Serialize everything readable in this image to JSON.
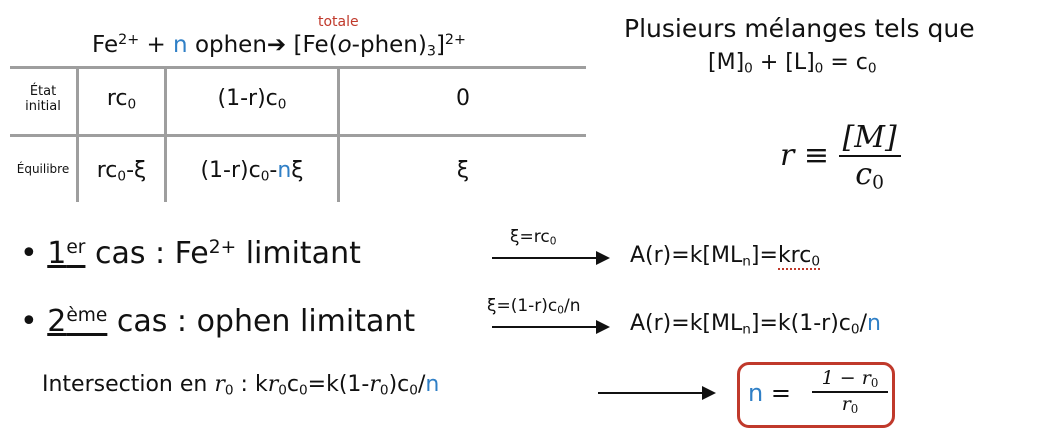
{
  "reaction": {
    "note": "totale",
    "metal": "Fe",
    "metal_charge": "2+",
    "plus": "+",
    "n": "n",
    "ligand": "ophen",
    "arrow": "➔",
    "product_left": "[Fe(",
    "product_o": "o",
    "product_mid": "-phen)",
    "product_sub": "3",
    "product_right": "]",
    "product_charge": "2+"
  },
  "table": {
    "rows": [
      {
        "label_line1": "État",
        "label_line2": "initial",
        "c1_pre": "rc",
        "c1_sub": "0",
        "c1_post": "",
        "c2_pre": "(1-r)c",
        "c2_sub": "0",
        "c2_post": "",
        "c2_n": "",
        "c2_xi": "",
        "c3": "0"
      },
      {
        "label_line1": "Équilibre",
        "label_line2": "",
        "c1_pre": "rc",
        "c1_sub": "0",
        "c1_post": "-ξ",
        "c2_pre": "(1-r)c",
        "c2_sub": "0",
        "c2_post": "-",
        "c2_n": "n",
        "c2_xi": "ξ",
        "c3": "ξ"
      }
    ]
  },
  "right": {
    "line1": "Plusieurs mélanges tels que",
    "sum_M": "[M]",
    "sum_sub1": "0",
    "sum_plus": " + [L]",
    "sum_sub2": "0",
    "sum_eq": " = c",
    "sum_sub3": "0",
    "r_var": "r",
    "r_equiv": " ≡ ",
    "r_num": "[M]",
    "r_den": "c",
    "r_den_sub": "0"
  },
  "case1": {
    "bullet": "•",
    "ordinal": "1",
    "ordinal_sup": "er",
    "text_a": " cas : Fe",
    "charge": "2+",
    "text_b": " limitant",
    "arrow_label_pre": "ξ=rc",
    "arrow_label_sub": "0",
    "result_pre": "A(r)=k[ML",
    "result_sub": "n",
    "result_mid": "]=",
    "result_krc": "krc",
    "result_krc_sub": "0"
  },
  "case2": {
    "bullet": "•",
    "ordinal": "2",
    "ordinal_sup": "ème",
    "text": " cas : ophen limitant",
    "arrow_label_pre": "ξ=(1-r)c",
    "arrow_label_sub": "0",
    "arrow_label_post": "/n",
    "result_pre": "A(r)=k[ML",
    "result_sub": "n",
    "result_mid": "]=k(1-r)c",
    "result_sub2": "0",
    "result_slash": "/",
    "result_n": "n"
  },
  "intersection": {
    "text_pre": "Intersection en ",
    "r0_var": "r",
    "r0_sub": "0",
    "colon": " : k",
    "kr_var": "r",
    "kr_sub": "0",
    "c": "c",
    "c_sub": "0",
    "eq": "=k(1-",
    "r2_var": "r",
    "r2_sub": "0",
    "close": ")c",
    "close_sub": "0",
    "slash": "/",
    "n": "n",
    "box_n": "n",
    "box_eq": " = ",
    "box_num": "1 − r",
    "box_num_sub": "0",
    "box_den": "r",
    "box_den_sub": "0"
  },
  "colors": {
    "accent_blue": "#2f7fc6",
    "accent_red": "#c0392b",
    "table_lines": "#9e9e9e"
  }
}
